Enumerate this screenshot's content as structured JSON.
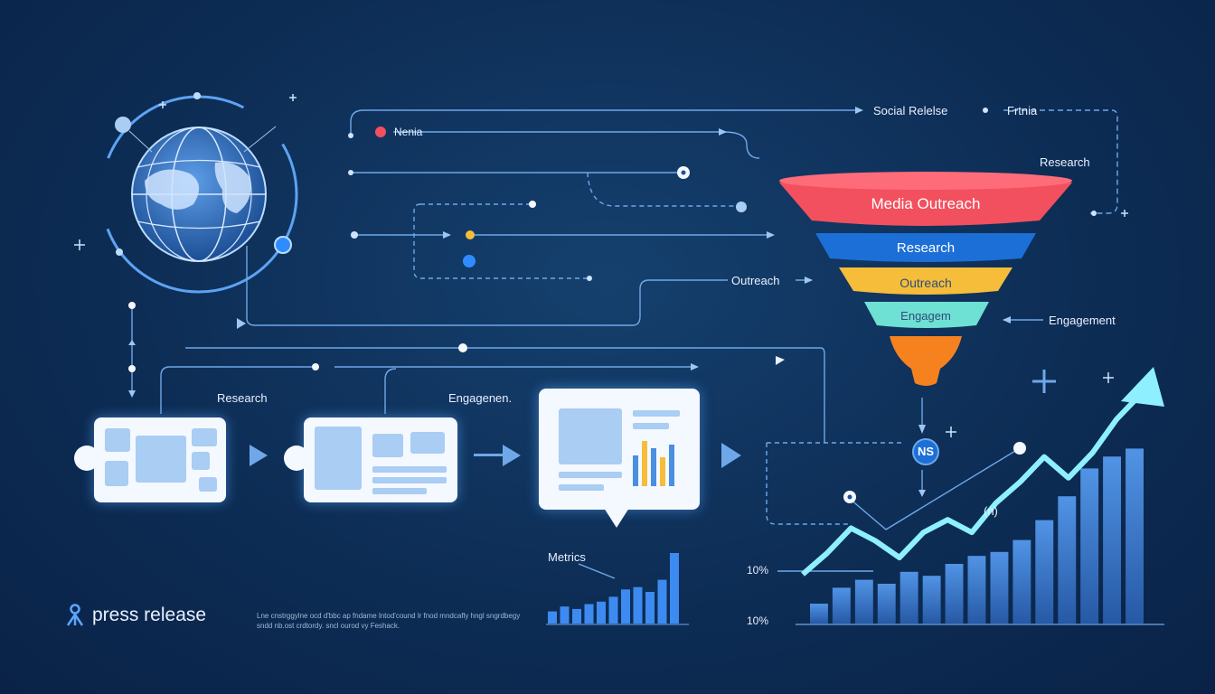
{
  "brand": {
    "name": "press release",
    "logo_icon": "person-network-icon"
  },
  "description_text": "Lne cnstrggylne ocd d'bbc ap fndame lntod'cound lr fnod mndcafly hngl sngrdbegy sndd nb.ost crdtordy. sncl ourod vy Feshack.",
  "flow_labels": {
    "nenia": "Nenia",
    "social_release": "Social Relelse",
    "frinia": "Frtnia",
    "research_top": "Research",
    "outreach": "Outreach",
    "engagement": "Engagement",
    "research_left": "Research",
    "engagenen": "Engagenen.",
    "metrics": "Metrics",
    "n_label": "(n)",
    "ns_badge": "NS"
  },
  "funnel": {
    "stages": [
      {
        "label": "Media Outreach",
        "color": "#f2505e"
      },
      {
        "label": "Research",
        "color": "#1c6fd6"
      },
      {
        "label": "Outreach",
        "color": "#f5bd3a"
      },
      {
        "label": "Engagem",
        "color": "#6fe0d4"
      },
      {
        "label": "",
        "color": "#f5821f"
      }
    ]
  },
  "metrics_bars": [
    10,
    14,
    12,
    16,
    18,
    22,
    28,
    30,
    26,
    36,
    58
  ],
  "growth_chart": {
    "tick_labels": [
      "10%",
      "10%"
    ],
    "bar_values": [
      10,
      18,
      22,
      20,
      26,
      24,
      30,
      34,
      36,
      42,
      52,
      64,
      78,
      84,
      88
    ],
    "line_values": [
      14,
      24,
      36,
      30,
      22,
      34,
      40,
      34,
      48,
      58,
      70,
      60,
      72,
      88,
      100
    ]
  },
  "colors": {
    "background": "#0d2d55",
    "line": "#6fa8e8",
    "accent_cyan": "#8ef0ff",
    "bar_blue": "#4a8fe0"
  },
  "icons": [
    "globe-icon",
    "document-card-icon",
    "chat-bubble-icon",
    "arrow-right-icon",
    "plus-icon",
    "twitter-icon"
  ]
}
